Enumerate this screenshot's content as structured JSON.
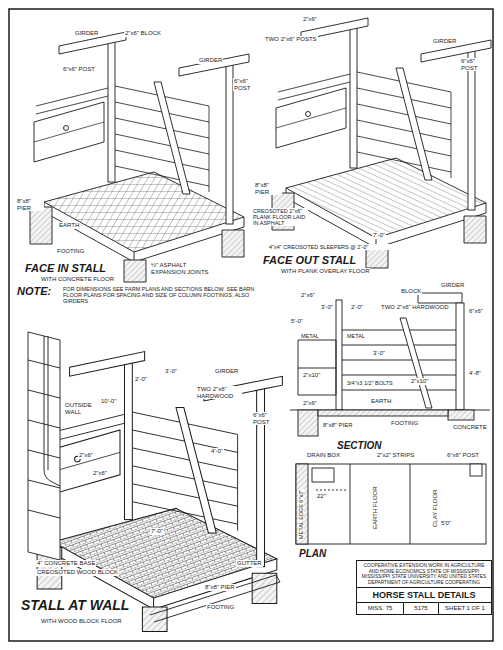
{
  "diagram": {
    "nodes": [
      {
        "text": [
          "COOPERATIVE EXTENSION WORK IN AGRICULTURE AND HOME ECONOMICS STATE OF MISSISSIPPI MISSISSIPPI STATE UNIVERSITY AND UNITED STATES DEPARTMENT OF AGRICULTURE COOPERATING"
        ]
      },
      {
        "text": [
          "HORSE STALL DETAILS"
        ]
      },
      {
        "text": [
          "MISS. 75"
        ]
      },
      {
        "text": [
          "5175"
        ]
      },
      {
        "text": [
          "SHEET 1 OF 1"
        ]
      }
    ],
    "labels": [
      "GIRDER",
      "2\"x6\" BLOCK",
      "6\"x6\" POST",
      "GIRDER",
      "6\"x6\" POST",
      "8\"x8\" PIER",
      "EARTH",
      "FOOTING",
      "½\" ASPHALT EXPANSION JOINTS",
      "FACE IN STALL",
      "WITH CONCRETE FLOOR",
      "2\"x6\"",
      "TWO 2\"x6\" POSTS",
      "GIRDER",
      "6\"x6\" POST",
      "8\"x8\" PIER",
      "CREOSOTED 2\"x6\" PLANK FLOOR LAID IN ASPHALT",
      "4\"x4\" CREOSOTED SLEEPERS @ 2'-0\"",
      "7'-0\"",
      "FACE OUT STALL",
      "WITH PLANK OVERLAY FLOOR",
      "NOTE:",
      "FOR DIMENSIONS SEE FARM PLANS AND SECTIONS BELOW. SEE BARN FLOOR PLANS FOR SPACING AND SIZE OF COLUMN FOOTINGS, ALSO GIRDERS",
      "GIRDER",
      "OUTSIDE WALL",
      "TWO 2\"x6\" HARDWOOD",
      "2'-0\"",
      "3'-0\"",
      "10'-0\"",
      "4'-0\"",
      "6\"x6\" POST",
      "2\"x6\"",
      "2\"x6\"",
      "4\" CONCRETE BASE",
      "CREOSOTED WOOD BLOCK",
      "GUTTER",
      "7'-0\"",
      "8\"x8\" PIER",
      "FOOTING",
      "STALL AT WALL",
      "WITH WOOD BLOCK FLOOR",
      "2\"x6\"",
      "BLOCK",
      "GIRDER",
      "5'-0\"",
      "3'-0\"",
      "2'-0\"",
      "TWO 2\"x6\" HARDWOOD",
      "METAL",
      "METAL",
      "2\"x10\"",
      "6\"x6\"",
      "3'-0\"",
      "3/4\"x3 1/2\" BOLTS",
      "2\"x10\"",
      "4'-8\"",
      "2\"x6\"",
      "8\"x8\" PIER",
      "FOOTING",
      "CONCRETE",
      "EARTH",
      "SECTION",
      "DRAIN BOX",
      "2\"x2\" STRIPS",
      "6\"x6\" POST",
      "METAL EDGE 6\"x2\"",
      "EARTH FLOOR",
      "CLAY FLOOR",
      "22\"",
      "5'0\"",
      "PLAN"
    ]
  }
}
